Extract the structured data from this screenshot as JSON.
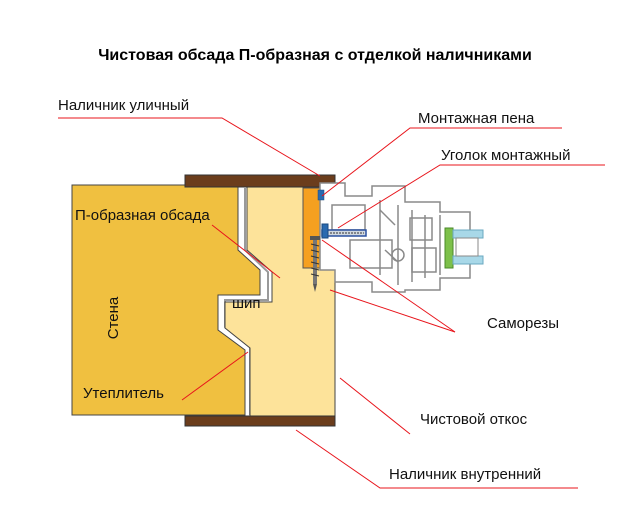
{
  "title": "Чистовая обсада П-образная с отделкой наличниками",
  "labels": {
    "outer_casing": "Наличник уличный",
    "mounting_foam": "Монтажная пена",
    "mounting_angle": "Уголок монтажный",
    "u_frame": "П-образная обсада",
    "wall": "Стена",
    "tenon": "шип",
    "screws": "Саморезы",
    "insulation": "Утеплитель",
    "finish_slope": "Чистовой откос",
    "inner_casing": "Наличник внутренний"
  },
  "colors": {
    "wall": "#f0c040",
    "frame": "#fde39a",
    "casing": "#6b3d1c",
    "foam": "#f5a020",
    "leader": "#e8141b",
    "glass": "#a8d8e8"
  }
}
